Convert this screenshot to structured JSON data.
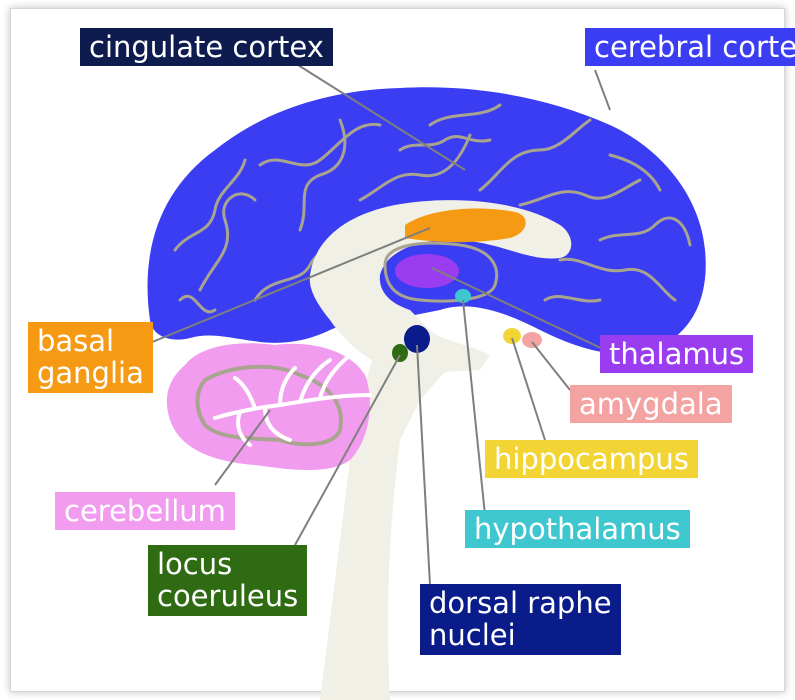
{
  "labels": {
    "cingulate_cortex": "cingulate cortex",
    "cerebral_cortex": "cerebral cortex",
    "basal_ganglia": [
      "basal",
      "ganglia"
    ],
    "thalamus": "thalamus",
    "amygdala": "amygdala",
    "hippocampus": "hippocampus",
    "hypothalamus": "hypothalamus",
    "cerebellum": "cerebellum",
    "locus_coeruleus": [
      "locus",
      "coeruleus"
    ],
    "dorsal_raphe_nuclei": [
      "dorsal raphe",
      "nuclei"
    ]
  },
  "colors": {
    "cortex": "#3a3df2",
    "sulci": "#a9a48f",
    "inner_brain": "#f1f0e7",
    "cingulate_label": "#0d1b4f",
    "cerebral_label": "#3a3df2",
    "basal_ganglia": "#f59a12",
    "thalamus": "#9a3df0",
    "amygdala": "#f4a3a3",
    "hippocampus": "#f2d534",
    "hypothalamus": "#3fc7d0",
    "cerebellum": "#f29cf0",
    "locus_coeruleus": "#2e6b12",
    "dorsal_raphe": "#0a1c8a",
    "leader_line": "#7f7f7f"
  }
}
